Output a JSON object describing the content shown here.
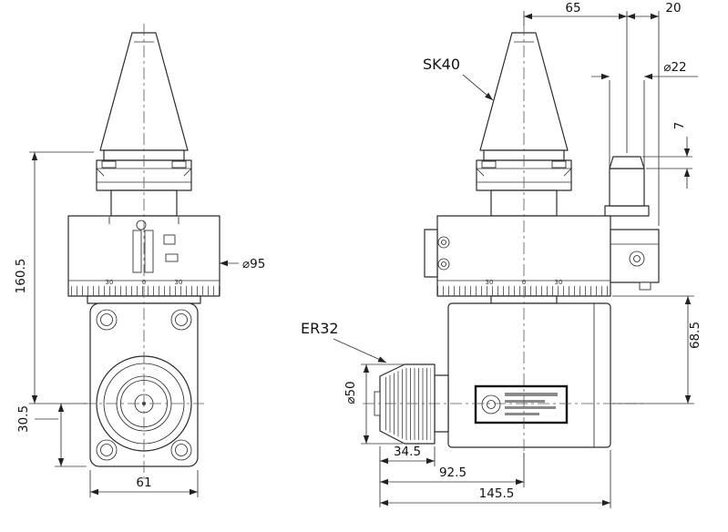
{
  "drawing": {
    "labels": {
      "taper": "SK40",
      "collet": "ER32"
    },
    "front_view": {
      "dim_total_height": "160.5",
      "dim_lower_height": "30.5",
      "dim_width": "61",
      "dim_body_diameter": "⌀95",
      "scale": {
        "left": "30",
        "center": "0",
        "right": "30"
      }
    },
    "side_view": {
      "dim_pin_offset": "65",
      "dim_pin_to_edge": "20",
      "dim_pin_diameter": "⌀22",
      "dim_pin_cap_height": "7",
      "dim_axis_height": "68.5",
      "dim_collet_diameter": "⌀50",
      "dim_nut_length": "34.5",
      "dim_nose_to_axis": "92.5",
      "dim_total_length": "145.5",
      "scale": {
        "left": "30",
        "center": "0",
        "right": "30"
      }
    }
  }
}
